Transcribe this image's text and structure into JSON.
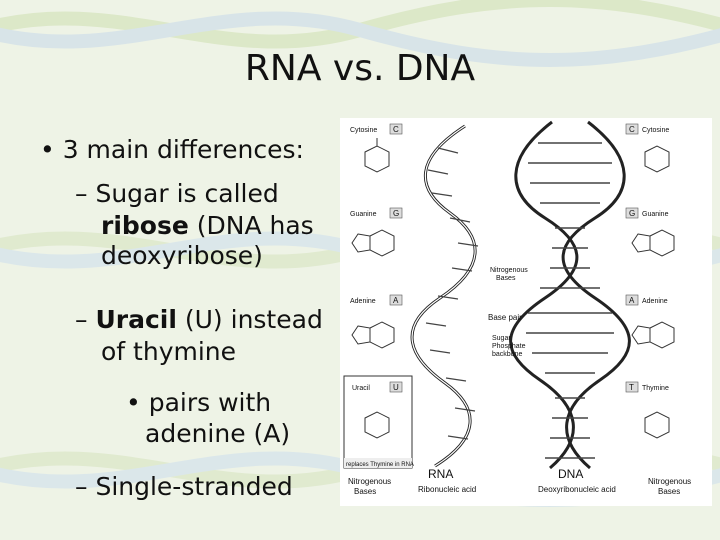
{
  "slide": {
    "title": "RNA vs. DNA",
    "bullets": {
      "l1": "3 main differences:",
      "l2": "Sugar is called",
      "l3_bold": "ribose",
      "l3_rest": " (DNA has",
      "l4": "deoxyribose)",
      "l5_bold": "Uracil",
      "l5_rest": " (U) instead",
      "l6": "of thymine",
      "l7": "pairs with",
      "l8": "adenine (A)",
      "l9": "Single-stranded"
    }
  },
  "figure": {
    "left_bases": [
      {
        "name": "Cytosine",
        "letter": "C"
      },
      {
        "name": "Guanine",
        "letter": "G"
      },
      {
        "name": "Adenine",
        "letter": "A"
      },
      {
        "name": "Uracil",
        "letter": "U"
      }
    ],
    "right_bases": [
      {
        "name": "Cytosine",
        "letter": "C"
      },
      {
        "name": "Guanine",
        "letter": "G"
      },
      {
        "name": "Adenine",
        "letter": "A"
      },
      {
        "name": "Thymine",
        "letter": "T"
      }
    ],
    "replaces_note": "replaces Thymine in RNA",
    "left_footer": [
      "Nitrogenous",
      "Bases"
    ],
    "right_footer": [
      "Nitrogenous",
      "Bases"
    ],
    "rna_label": "RNA",
    "rna_sub": "Ribonucleic acid",
    "dna_label": "DNA",
    "dna_sub": "Deoxyribonucleic acid",
    "callouts": {
      "nitro": [
        "Nitrogenous",
        "Bases"
      ],
      "base_pair": "Base pair",
      "backbone": [
        "Sugar",
        "Phosphate",
        "backbone"
      ]
    }
  }
}
